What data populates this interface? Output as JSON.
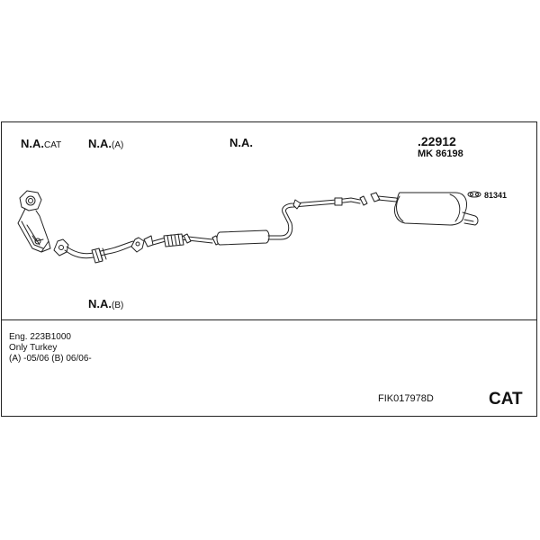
{
  "labels": {
    "cat_main": "N.A.",
    "cat_suffix": "CAT",
    "a_main": "N.A.",
    "a_suffix": "(A)",
    "mid_main": "N.A.",
    "b_main": "N.A.",
    "b_suffix": "(B)",
    "rear_number": ".22912",
    "rear_kit": "MK 86198",
    "hanger": "81341"
  },
  "notes": {
    "line1": "Eng. 223B1000",
    "line2": "Only Turkey",
    "line3": "(A) -05/06 (B) 06/06-"
  },
  "footer": {
    "code": "FIK017978D",
    "type": "CAT"
  }
}
